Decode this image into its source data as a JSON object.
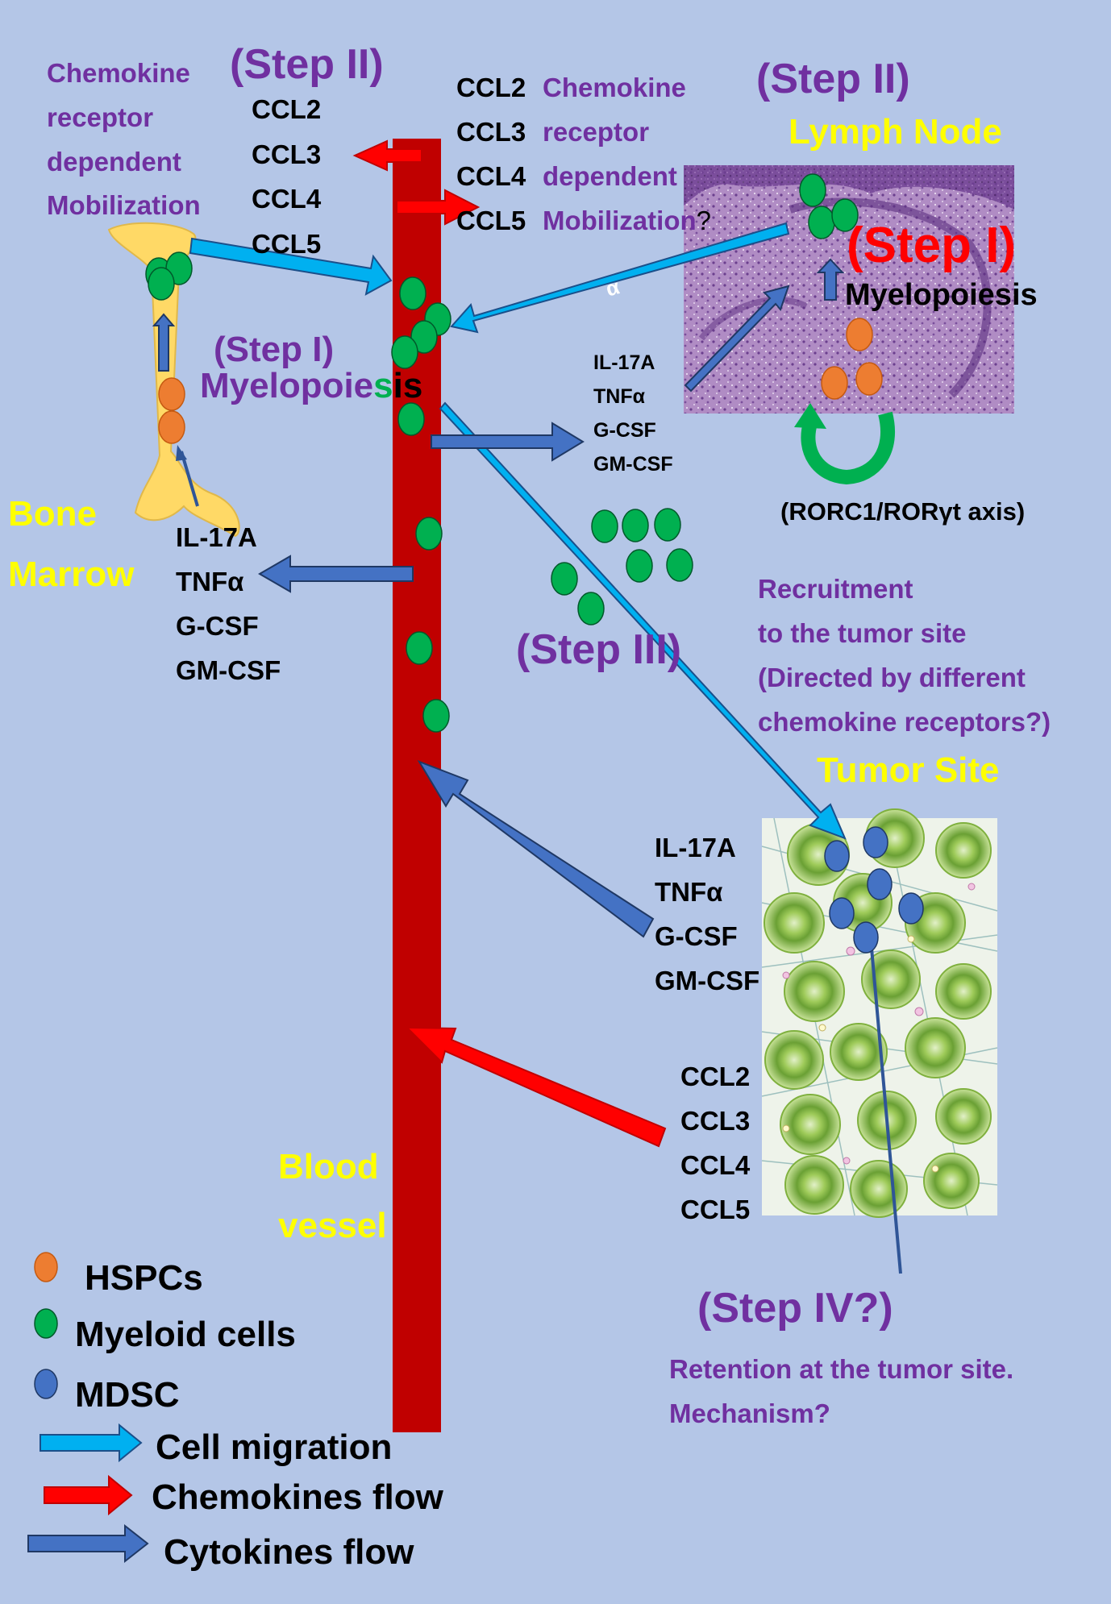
{
  "colors": {
    "background": "#b4c6e7",
    "vessel": "#c00000",
    "hspc": "#ed7d31",
    "myeloid": "#00b050",
    "mdsc": "#4472c4",
    "migration_arrow": "#00b0f0",
    "chemokine_arrow": "#ff0000",
    "cytokine_arrow": "#4472c4",
    "bone": "#ffd966",
    "purple_text": "#7030a0",
    "yellow_text": "#ffff00",
    "red_text": "#ff0000"
  },
  "left": {
    "step_title": "(Step II)",
    "mobilization_lines": [
      "Chemokine",
      "receptor",
      "dependent",
      "Mobilization"
    ],
    "chemokines": [
      "CCL2",
      "CCL3",
      "CCL4",
      "CCL5"
    ],
    "step1": "(Step I)",
    "myelopoiesis_purple": "Myelopoie",
    "myelopoiesis_green": "s",
    "myelopoiesis_end": "is",
    "bone_marrow_lines": [
      "Bone",
      "Marrow"
    ],
    "cytokines": [
      "IL-17A",
      "TNFα",
      "G-CSF",
      "GM-CSF"
    ]
  },
  "right": {
    "chemokines": [
      "CCL2",
      "CCL3",
      "CCL4",
      "CCL5"
    ],
    "mobilization_lines": [
      "Chemokine",
      "receptor",
      "dependent",
      "Mobilization"
    ],
    "mobilization_question": "?",
    "step_title": "(Step II)",
    "lymph_node": "Lymph Node",
    "step1": "(Step I)",
    "myelopoiesis": "Myelopoiesis",
    "arrow_glyph": "α",
    "cytokines": [
      "IL-17A",
      "TNFα",
      "G-CSF",
      "GM-CSF"
    ],
    "axis_label": "(RORC1/RORγt axis)"
  },
  "middle": {
    "step3": "(Step III)",
    "recruitment_lines": [
      "Recruitment",
      "to the tumor site",
      "(Directed by different",
      "chemokine receptors?)"
    ],
    "tumor_site": "Tumor Site",
    "tumor_cytokines": [
      "IL-17A",
      "TNFα",
      "G-CSF",
      "GM-CSF"
    ],
    "tumor_chemokines": [
      "CCL2",
      "CCL3",
      "CCL4",
      "CCL5"
    ],
    "blood_vessel_lines": [
      "Blood",
      "vessel"
    ],
    "step4": "(Step IV?)",
    "retention_lines": [
      "Retention at the tumor site.",
      "Mechanism?"
    ]
  },
  "legend": {
    "hspc": "HSPCs",
    "myeloid": "Myeloid cells",
    "mdsc": "MDSC",
    "migration": "Cell migration",
    "chemokines": "Chemokines flow",
    "cytokines": "Cytokines flow"
  }
}
